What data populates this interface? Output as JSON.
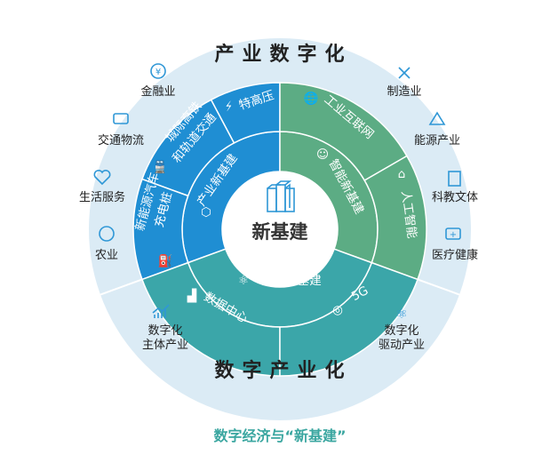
{
  "colors": {
    "blue": "#1f8ed3",
    "green": "#5cac84",
    "teal": "#3ba6a9",
    "outer": "#dbebf5",
    "caption": "#3aa6a0"
  },
  "top_title": "产业数字化",
  "bottom_title": "数字产业化",
  "center": {
    "label": "新基建",
    "icon": "building-cubes-icon"
  },
  "inner_ring": {
    "industry": "产业新基建",
    "smart": "智能新基建",
    "digital": "数字新基建"
  },
  "outer_ring": {
    "uhv": "特高压",
    "rail_1": "城际高铁",
    "rail_2": "和轨道交通",
    "ev_1": "新能源汽车",
    "ev_2": "充电桩",
    "iiot": "工业互联网",
    "ai": "人工智能",
    "datacenter": "数据中心",
    "five_g": "5G"
  },
  "left_sectors": [
    "金融业",
    "交通物流",
    "生活服务",
    "农业"
  ],
  "right_sectors": [
    "制造业",
    "能源产业",
    "科教文体",
    "医疗健康"
  ],
  "bottom_left": {
    "line1": "数字化",
    "line2": "主体产业"
  },
  "bottom_right": {
    "line1": "数字化",
    "line2": "驱动产业"
  },
  "caption": "数字经济与“新基建”"
}
